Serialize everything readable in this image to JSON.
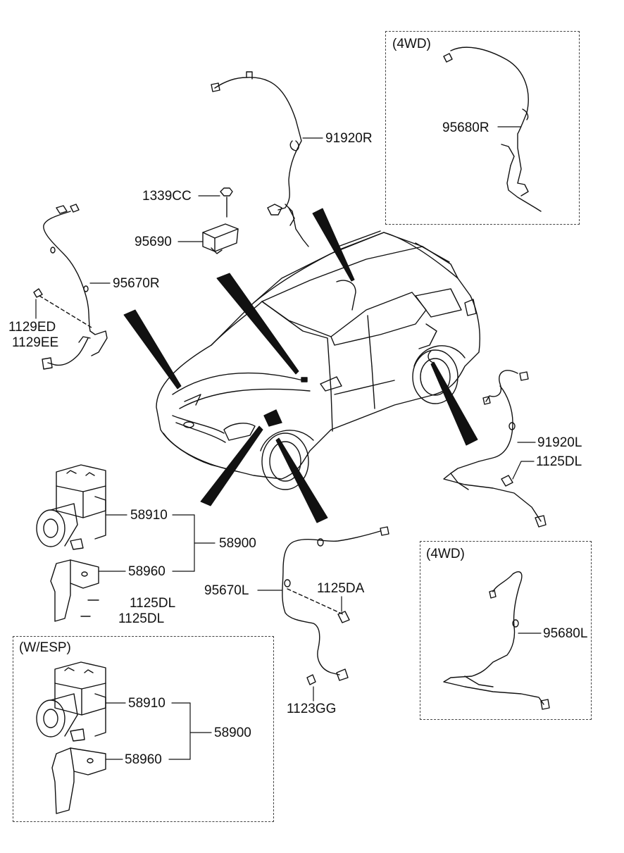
{
  "groups": {
    "rear_4wd_right": "(4WD)",
    "rear_4wd_left": "(4WD)",
    "esp": "(W/ESP)"
  },
  "labels": {
    "p91920R": "91920R",
    "p1339CC": "1339CC",
    "p95690": "95690",
    "p95670R": "95670R",
    "p1129ED": "1129ED",
    "p1129EE": "1129EE",
    "p95680R": "95680R",
    "p91920L": "91920L",
    "p1125DL_a": "1125DL",
    "p58910_a": "58910",
    "p58900_a": "58900",
    "p58960_a": "58960",
    "p1125DL_b": "1125DL",
    "p1125DL_c": "1125DL",
    "p95670L": "95670L",
    "p1125DA": "1125DA",
    "p1123GG": "1123GG",
    "p95680L": "95680L",
    "p58910_b": "58910",
    "p58900_b": "58900",
    "p58960_b": "58960"
  }
}
